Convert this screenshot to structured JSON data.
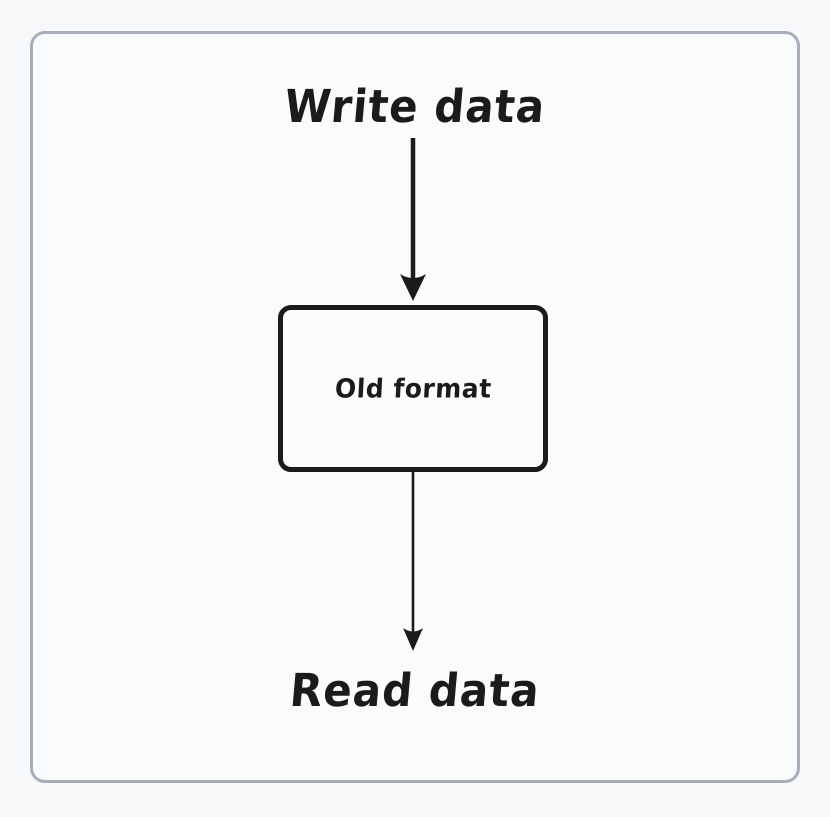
{
  "diagram": {
    "type": "flowchart",
    "orientation": "vertical",
    "frame": {
      "border_color": "#a6adbb",
      "background": "#fafbfc"
    },
    "background_color": "#f7f8fa",
    "stroke_color": "#1b1b1d",
    "nodes": [
      {
        "id": "write-data",
        "label": "Write data",
        "shape": "text",
        "role": "source"
      },
      {
        "id": "old-format",
        "label": "Old format",
        "shape": "rounded-rectangle",
        "role": "store"
      },
      {
        "id": "read-data",
        "label": "Read data",
        "shape": "text",
        "role": "sink"
      }
    ],
    "edges": [
      {
        "id": "write-to-store",
        "from": "write-data",
        "to": "old-format",
        "direction": "down",
        "style": "solid-thick",
        "arrowhead": "filled-chevron",
        "label": ""
      },
      {
        "id": "store-to-read",
        "from": "old-format",
        "to": "read-data",
        "direction": "down",
        "style": "solid-thin",
        "arrowhead": "filled-chevron",
        "label": ""
      }
    ]
  }
}
